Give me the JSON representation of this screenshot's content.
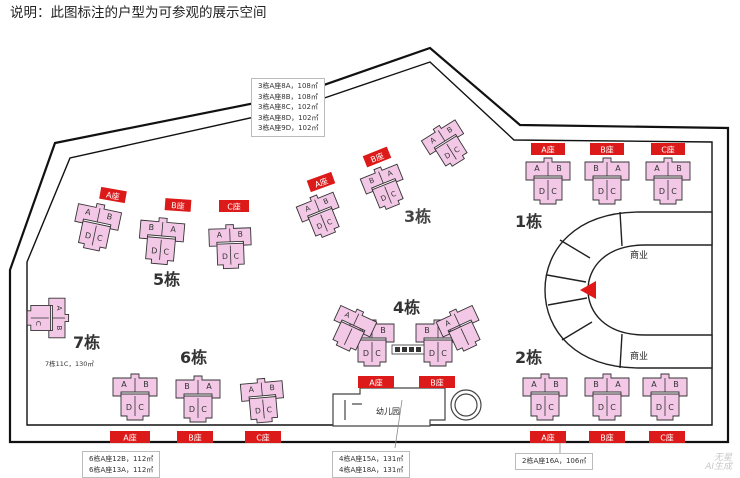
{
  "title": "说明：此图标注的户型为可参观的展示空间",
  "buildings": {
    "b1": "1栋",
    "b2": "2栋",
    "b3": "3栋",
    "b4": "4栋",
    "b5": "5栋",
    "b6": "6栋",
    "b7": "7栋"
  },
  "commerce": {
    "upper": "商业",
    "lower": "商业"
  },
  "kindergarten": "幼儿园",
  "seats": {
    "a": "A座",
    "b": "B座",
    "c": "C座"
  },
  "info": {
    "b3": [
      "3栋A座8A，108㎡",
      "3栋A座8B，108㎡",
      "3栋A座8C，102㎡",
      "3栋A座8D，102㎡",
      "3栋A座9D，102㎡"
    ],
    "b7": "7栋11C，130㎡",
    "b6": [
      "6栋A座12B，112㎡",
      "6栋A座13A，112㎡"
    ],
    "b4": [
      "4栋A座15A，131㎡",
      "4栋A座18A，131㎡"
    ],
    "b2": "2栋A座16A，106㎡"
  },
  "watermark": {
    "line1": "无星",
    "line2": "AI生成"
  },
  "colors": {
    "unit_fill": "#f2c8e6",
    "seat_red": "#dd1a1a",
    "outline": "#111111"
  }
}
